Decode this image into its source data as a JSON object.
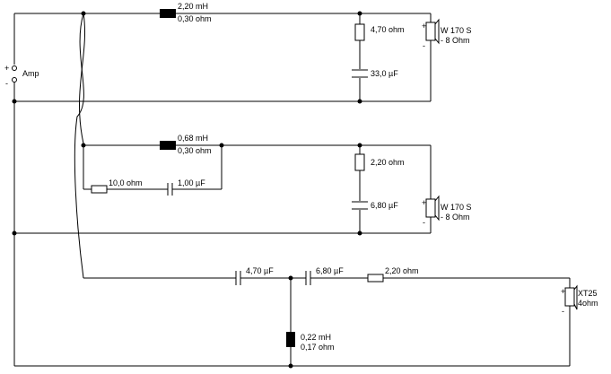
{
  "amp": {
    "label": "Amp",
    "plus": "+",
    "minus": "-"
  },
  "woofer1": {
    "coil_inductance": "2,20 mH",
    "coil_resistance": "0,30 ohm",
    "resistor": "4,70 ohm",
    "capacitor": "33,0 µF",
    "speaker_name": "W 170 S",
    "speaker_impedance": "- 8 Ohm",
    "plus": "+",
    "minus": "-"
  },
  "woofer2": {
    "coil_inductance": "0,68 mH",
    "coil_resistance": "0,30 ohm",
    "series_resistor": "10,0 ohm",
    "series_capacitor": "1,00 µF",
    "resistor": "2,20 ohm",
    "capacitor": "6,80 µF",
    "speaker_name": "W 170 S",
    "speaker_impedance": "- 8 Ohm",
    "plus": "+",
    "minus": "-"
  },
  "tweeter": {
    "capacitor1": "4,70 µF",
    "capacitor2": "6,80 µF",
    "resistor": "2,20 ohm",
    "coil_inductance": "0,22 mH",
    "coil_resistance": "0,17 ohm",
    "speaker_name": "XT25",
    "speaker_impedance": "4ohm",
    "plus": "+",
    "minus": "-"
  }
}
